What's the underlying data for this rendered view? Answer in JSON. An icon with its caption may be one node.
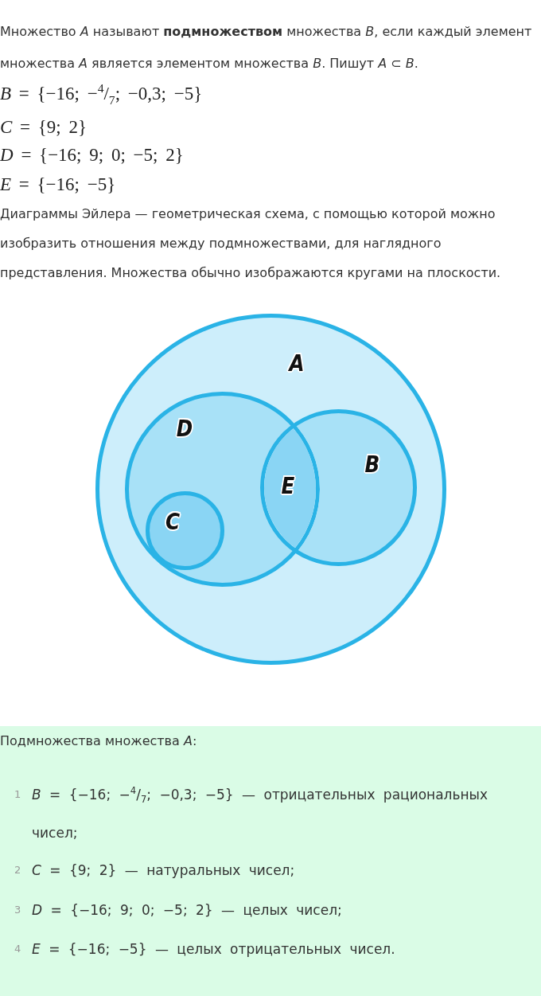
{
  "diagram": {
    "nodes": [
      {
        "text": [
          "A"
        ]
      },
      {
        "text": [
          "D"
        ],
        "in": 0
      },
      {
        "text": [
          "B"
        ],
        "in": 0
      },
      {
        "text": [
          "E"
        ]
      },
      {
        "text": [
          "C"
        ],
        "in": 1
      }
    ],
    "labels": [
      "Множество *A* называют **подмножеством** множества *B*, если каждый элемент множества *A* является элементом множества *B*. Пишут *A* ⊂ *B*.",
      "*B* = {−16; −$^{4}$/$_{7}$; −0,3; −5}",
      "*C* = {9; 2}",
      "*D* = {−16; 9; 0; −5; 2}",
      "*E* = {−16; −5}",
      "Диаграммы Эйлера — геометрическая схема, с помощью которой можно изобразить отношения между подмножествами, для наглядного представления. Множества обычно изображаются кругами на плоскости.",
      "Подмножества множества *A*:",
      "1",
      "*B* = {−16; −$^{4}$/$_{7}$; −0,3; −5} — отрицательных рациональных чисел;",
      "2",
      "*C* = {9; 2} — натуральных чисел;",
      "3",
      "*D* = {−16; 9; 0; −5; 2} — целых чисел;",
      "4",
      "*E* = {−16; −5} — целых отрицательных чисел."
    ]
  }
}
